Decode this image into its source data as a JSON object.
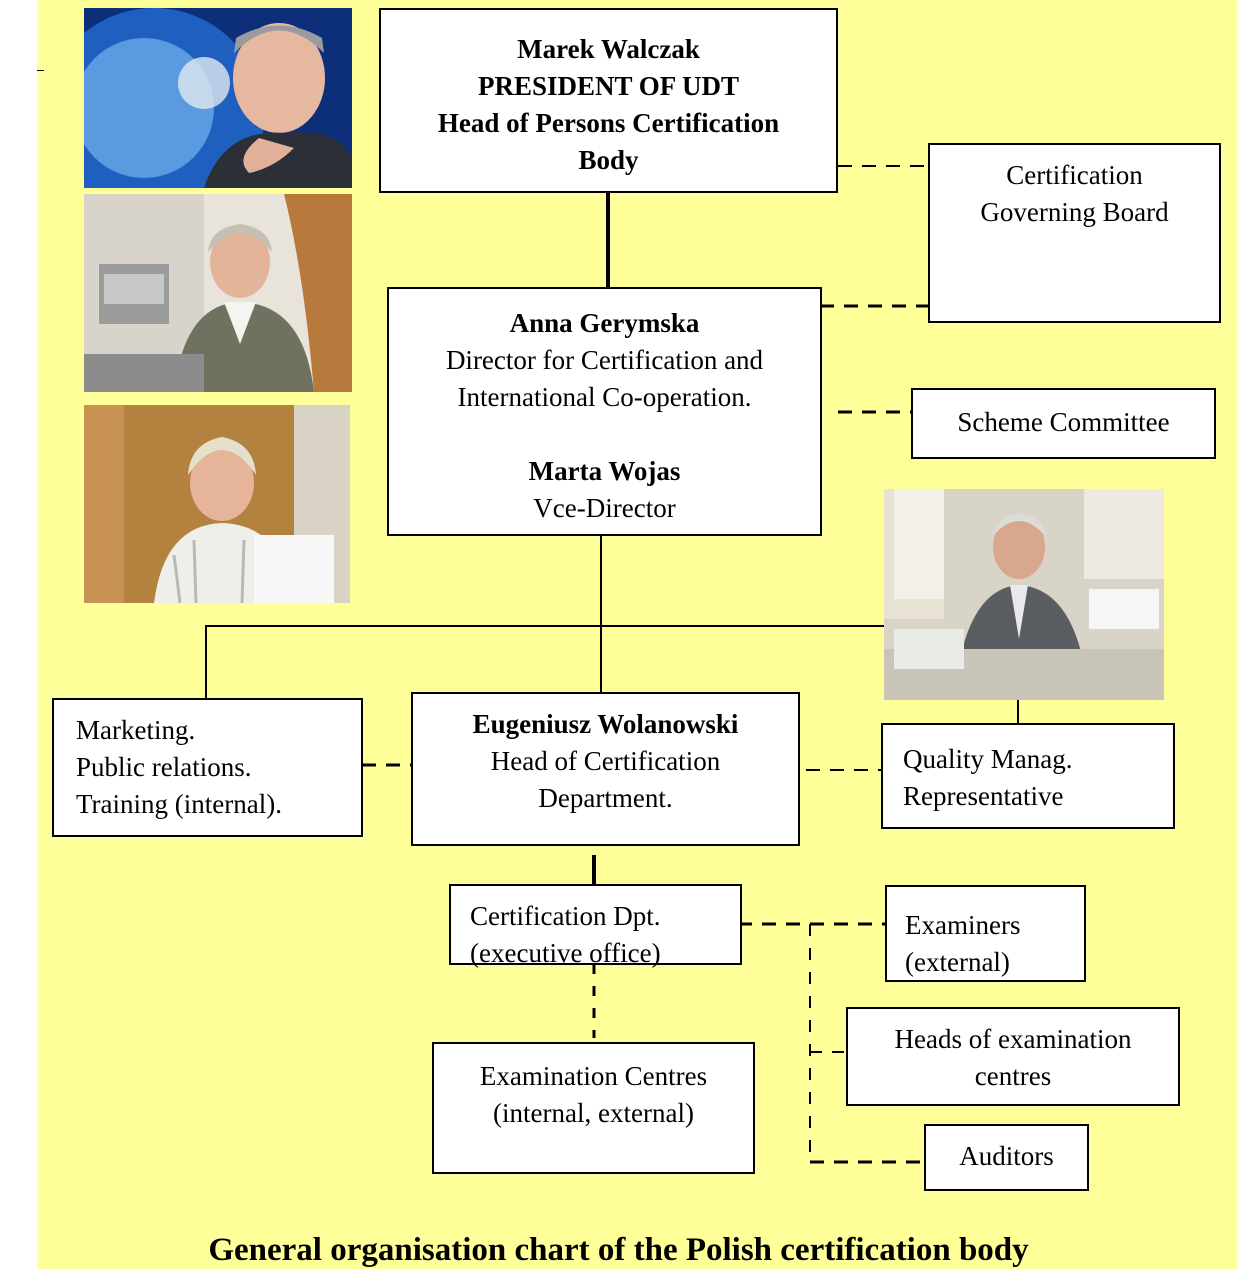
{
  "president": {
    "name": "Marek Walczak",
    "line2": "PRESIDENT OF UDT",
    "line3": "Head of Persons Certification",
    "line4": "Body"
  },
  "governing_board": {
    "line1": "Certification",
    "line2": "Governing Board"
  },
  "director": {
    "name": "Anna Gerymska",
    "role1": "Director for Certification and",
    "role2": "International Co-operation.",
    "deputy_name": "Marta Wojas",
    "deputy_role": "Vce-Director"
  },
  "scheme_committee": {
    "label": "Scheme Committee"
  },
  "marketing": {
    "line1": "Marketing.",
    "line2": "Public relations.",
    "line3": "Training (internal)."
  },
  "head_cert": {
    "name": "Eugeniusz Wolanowski",
    "line2": "Head of Certification",
    "line3": "Department."
  },
  "quality": {
    "line1": "Quality Manag.",
    "line2": "Representative"
  },
  "cert_dpt": {
    "line1": "Certification Dpt.",
    "line2": "(executive office)"
  },
  "examiners": {
    "line1": "Examiners",
    "line2": "(external)"
  },
  "heads_exam": {
    "line1": "Heads of  examination",
    "line2": "centres"
  },
  "exam_centres": {
    "line1": "Examination Centres",
    "line2": "(internal, external)"
  },
  "auditors": {
    "label": "Auditors"
  },
  "caption": "General organisation chart of the Polish certification body",
  "colors": {
    "background": "#ffff99",
    "box": "#ffffff",
    "line": "#000000"
  },
  "photos": [
    "photo-marek-walczak",
    "photo-anna-gerymska",
    "photo-marta-wojas",
    "photo-eugeniusz-wolanowski"
  ]
}
